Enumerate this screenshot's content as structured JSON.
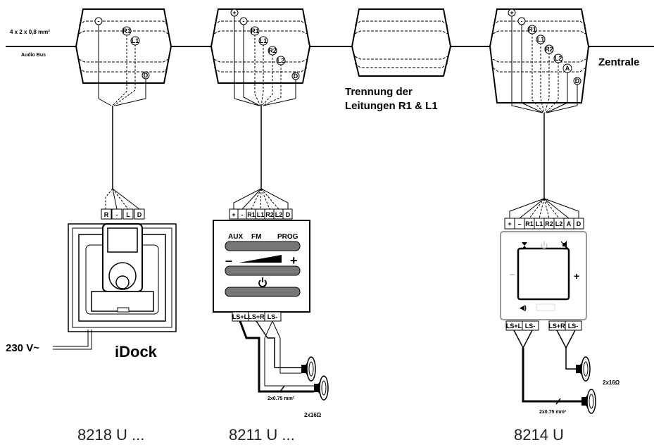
{
  "header": {
    "cable_spec": "4 x 2 x 0,8 mm²",
    "bus_label": "Audio Bus",
    "zentrale": "Zentrale"
  },
  "note": {
    "line1": "Trennung der",
    "line2": "Leitungen R1 & L1"
  },
  "box1": {
    "terminals": [
      "-",
      "R1",
      "L1",
      "D"
    ]
  },
  "box2": {
    "terminals": [
      "+",
      "-",
      "R1",
      "L1",
      "R2",
      "L2",
      "D"
    ]
  },
  "box4": {
    "terminals": [
      "+",
      "-",
      "R1",
      "L1",
      "R2",
      "L2",
      "A",
      "D"
    ]
  },
  "idock": {
    "pins": [
      "R",
      "-",
      "L",
      "D"
    ],
    "supply": "230 V~",
    "name": "iDock",
    "model": "8218 U ..."
  },
  "radio": {
    "pins": [
      "+",
      "-",
      "R1",
      "L1",
      "R2",
      "L2",
      "D"
    ],
    "btn_aux": "AUX",
    "btn_fm": "FM",
    "btn_prog": "PROG",
    "minus": "–",
    "plus": "+",
    "out_pins": [
      "LS+L",
      "LS+R",
      "LS-"
    ],
    "cable": "2x0.75 mm²",
    "speakers": "2x16Ω",
    "model": "8211 U ..."
  },
  "display": {
    "pins": [
      "+",
      "–",
      "R1",
      "L1",
      "R2",
      "L2",
      "A",
      "D"
    ],
    "out_pins": [
      "LS+L",
      "LS-",
      "LS+R",
      "LS-"
    ],
    "cable": "2x0.75 mm²",
    "speakers": "2x16Ω",
    "model": "8214 U"
  }
}
